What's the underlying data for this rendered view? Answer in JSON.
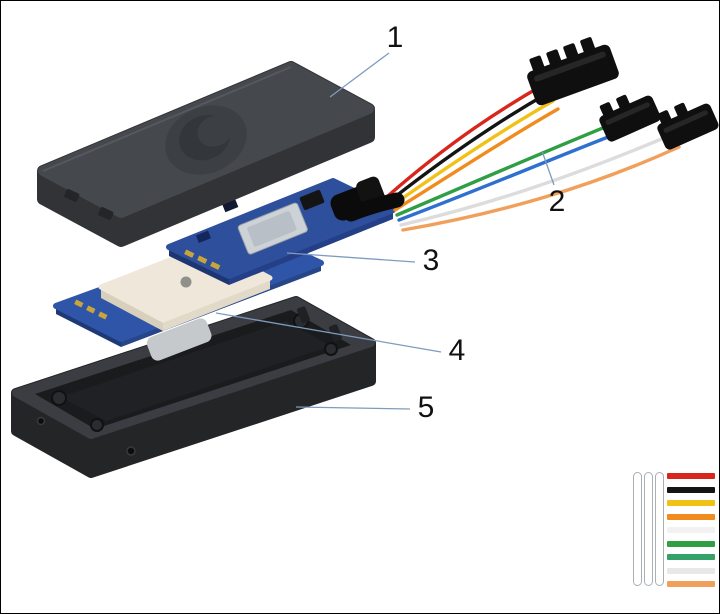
{
  "diagram": {
    "type": "exploded-view",
    "callouts": [
      {
        "label": "1",
        "part": "top-cover"
      },
      {
        "label": "2",
        "part": "wiring-harness"
      },
      {
        "label": "3",
        "part": "main-pcb"
      },
      {
        "label": "4",
        "part": "gps-antenna-board"
      },
      {
        "label": "5",
        "part": "bottom-case"
      }
    ]
  },
  "palette": {
    "cover_top": "#45484d",
    "cover_side": "#313337",
    "pcb_blue": "#2d4f9c",
    "antenna_board_blue": "#2f55a8",
    "ceramic_antenna": "#efe8da",
    "case_rim": "#3b3d42",
    "case_body": "#232527",
    "connector_black": "#0f0f0f",
    "leader_line": "#7d9cbf",
    "label_text": "#111111"
  },
  "wires": {
    "colors": [
      "#d8261c",
      "#141414",
      "#f2c117",
      "#f08c1e",
      "#2f9e44",
      "#2f6fd0",
      "#dcdcdc",
      "#f0a05a"
    ]
  },
  "legend": {
    "stripes": [
      "#d8261c",
      "#141414",
      "#f2c117",
      "#f08c1e",
      "#f2f2f2",
      "#2f9e44",
      "#35a06a",
      "#e8e8e8",
      "#f0a05a"
    ]
  }
}
